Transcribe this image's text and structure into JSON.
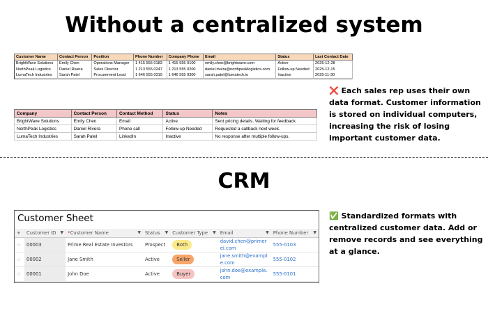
{
  "section1": {
    "title": "Without a centralized system",
    "table1": {
      "headers": [
        "Customer Name",
        "Contact Person",
        "Position",
        "Phone Number",
        "Company Phone",
        "Email",
        "Status",
        "Last Contact Date"
      ],
      "rows": [
        [
          "BrightWave Solutions",
          "Emily Chen",
          "Operations Manager",
          "1 415 555 0183",
          "1 415 555 0100",
          "emily.chen@brightwave.com",
          "Active",
          "2025-12-28"
        ],
        [
          "NorthPeak Logistics",
          "Daniel Rivera",
          "Sales Director",
          "1 213 555 0247",
          "1 213 555 0200",
          "daniel.rivera@northpeaklogistics.com",
          "Follow-up Needed",
          "2025-12-15"
        ],
        [
          "LumaTech Industries",
          "Sarah Patel",
          "Procurement Lead",
          "1 646 555 0319",
          "1 646 555 0300",
          "sarah.patel@lumatech.io",
          "Inactive",
          "2025-11-30"
        ]
      ]
    },
    "table2": {
      "headers": [
        "Company",
        "Contact Person",
        "Contact Method",
        "Status",
        "Notes"
      ],
      "rows": [
        [
          "BrightWave Solutions",
          "Emily Chen",
          "Email",
          "Active",
          "Sent pricing details. Waiting for feedback."
        ],
        [
          "NorthPeak Logistics",
          "Daniel Rivera",
          "Phone call",
          "Follow-up Needed",
          "Requested a callback next week."
        ],
        [
          "LumaTech Industries",
          "Sarah Patel",
          "LinkedIn",
          "Inactive",
          "No response after multiple follow-ups."
        ]
      ]
    },
    "note": "❌ Each sales rep uses their own data format. Customer information is stored on individual computers, increasing the risk of losing important customer data."
  },
  "section2": {
    "title": "CRM",
    "sheet": {
      "title": "Customer Sheet",
      "add": "+",
      "headers": [
        "Customer ID",
        "Customer Name",
        "Status",
        "Customer Type",
        "Email",
        "Phone Number"
      ],
      "required_mark": "*",
      "rows": [
        {
          "id": "00003",
          "name": "Prime Real Estate Investors",
          "status": "Prospect",
          "type": "Both",
          "email": "david.chen@primerei.com",
          "phone": "555-0103"
        },
        {
          "id": "00002",
          "name": "Jane Smith",
          "status": "Active",
          "type": "Seller",
          "email": "jane.smith@example.com",
          "phone": "555-0102"
        },
        {
          "id": "00001",
          "name": "John Doe",
          "status": "Active",
          "type": "Buyer",
          "email": "john.doe@example.com",
          "phone": "555-0101"
        }
      ],
      "type_colors": {
        "Both": "#fbe98a",
        "Seller": "#f6a66a",
        "Buyer": "#f6c3c3"
      }
    },
    "note": "✅ Standardized formats with centralized customer data. Add or remove records and see everything at a glance."
  }
}
